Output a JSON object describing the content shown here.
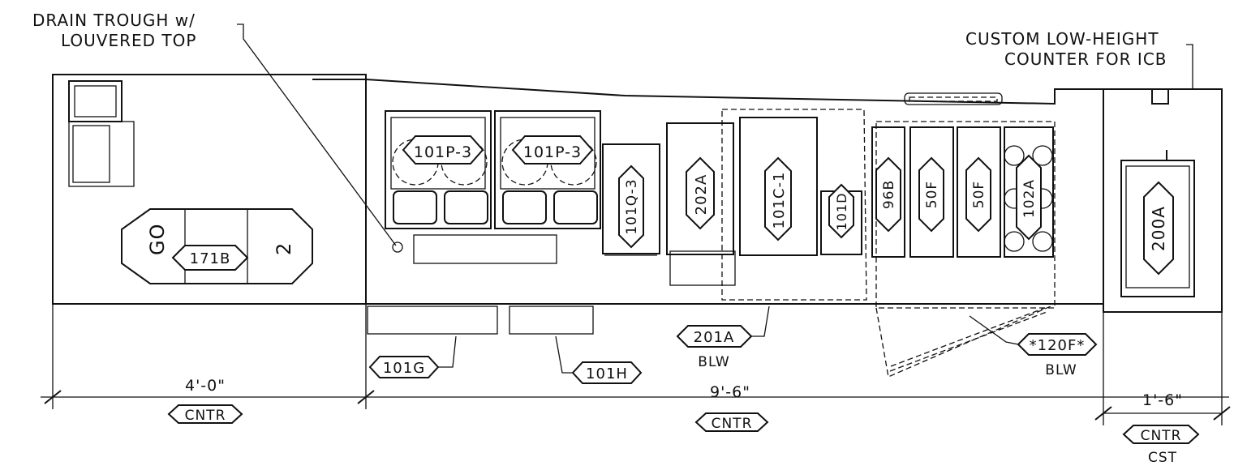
{
  "notes": {
    "drain_line1": "DRAIN TROUGH w/",
    "drain_line2": "LOUVERED TOP",
    "counter_line1": "CUSTOM LOW-HEIGHT",
    "counter_line2": "COUNTER FOR ICB"
  },
  "equipment_tags": {
    "sign_go": "GO",
    "sign_2": "2",
    "t171b": "171B",
    "t101p3a": "101P-3",
    "t101p3b": "101P-3",
    "t101q3": "101Q-3",
    "t202a": "202A",
    "t101c1": "101C-1",
    "t101d": "101D",
    "t96b": "96B",
    "t50fa": "50F",
    "t50fb": "50F",
    "t102a": "102A",
    "t200a": "200A"
  },
  "callouts": {
    "t101g": "101G",
    "t101h": "101H",
    "t201a": "201A",
    "t201a_sub": "BLW",
    "t120f": "*120F*",
    "t120f_sub": "BLW"
  },
  "dimensions": [
    {
      "length": "4'-0\"",
      "tag": "CNTR",
      "sub": ""
    },
    {
      "length": "9'-6\"",
      "tag": "CNTR",
      "sub": ""
    },
    {
      "length": "1'-6\"",
      "tag": "CNTR",
      "sub": "CST"
    }
  ]
}
